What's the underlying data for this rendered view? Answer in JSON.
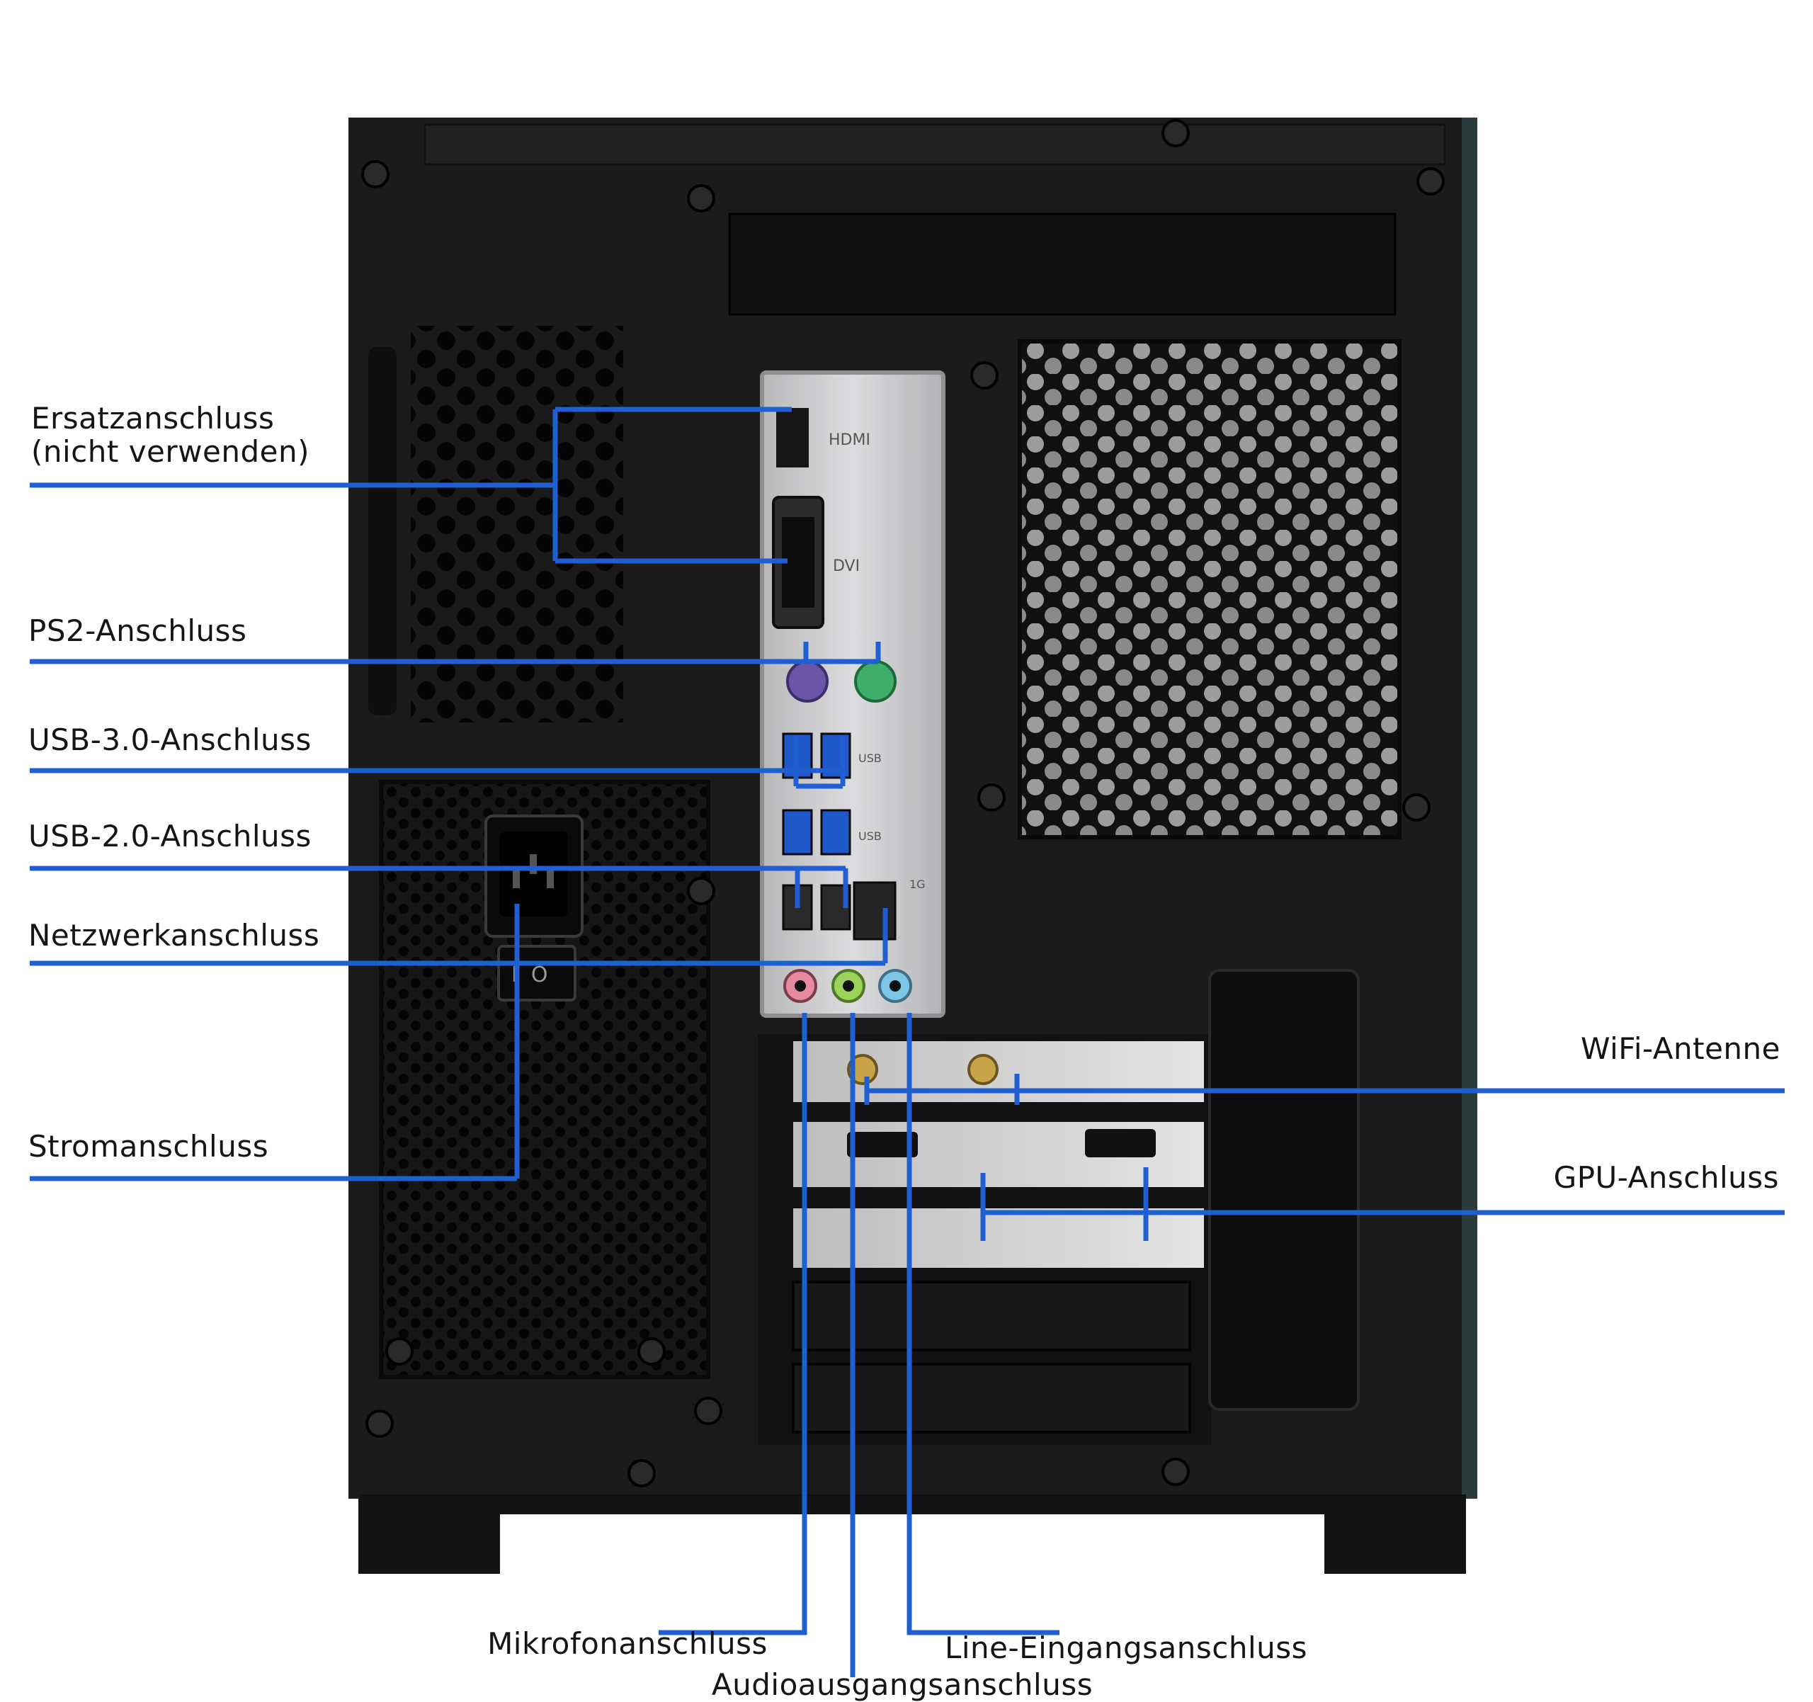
{
  "labels": {
    "spare_port_line1": "Ersatzanschluss",
    "spare_port_line2": "(nicht verwenden)",
    "ps2_port": "PS2-Anschluss",
    "usb3_port": "USB-3.0-Anschluss",
    "usb2_port": "USB-2.0-Anschluss",
    "network_port": "Netzwerkanschluss",
    "power_port": "Stromanschluss",
    "wifi_antenna": "WiFi-Antenne",
    "gpu_port": "GPU-Anschluss",
    "mic_port": "Mikrofonanschluss",
    "audio_out_port": "Audioausgangsanschluss",
    "line_in_port": "Line-Eingangsanschluss"
  },
  "port_markings": {
    "hdmi": "HDMI",
    "dvi": "DVI",
    "usb_a": "USB",
    "usb_b": "USB",
    "lan": "1G"
  },
  "colors": {
    "callout_line": "#1f5fd1",
    "case_body": "#1b1b1d",
    "io_plate": "#c9c9cc",
    "mic_jack": "#e58aa0",
    "audio_out_jack": "#9bd25a",
    "line_in_jack": "#7cc6e6",
    "ps2_keyboard": "#6b55a8",
    "ps2_mouse": "#3fae6a",
    "usb3_blue": "#1f58c9",
    "antenna_gold": "#c8a348"
  }
}
